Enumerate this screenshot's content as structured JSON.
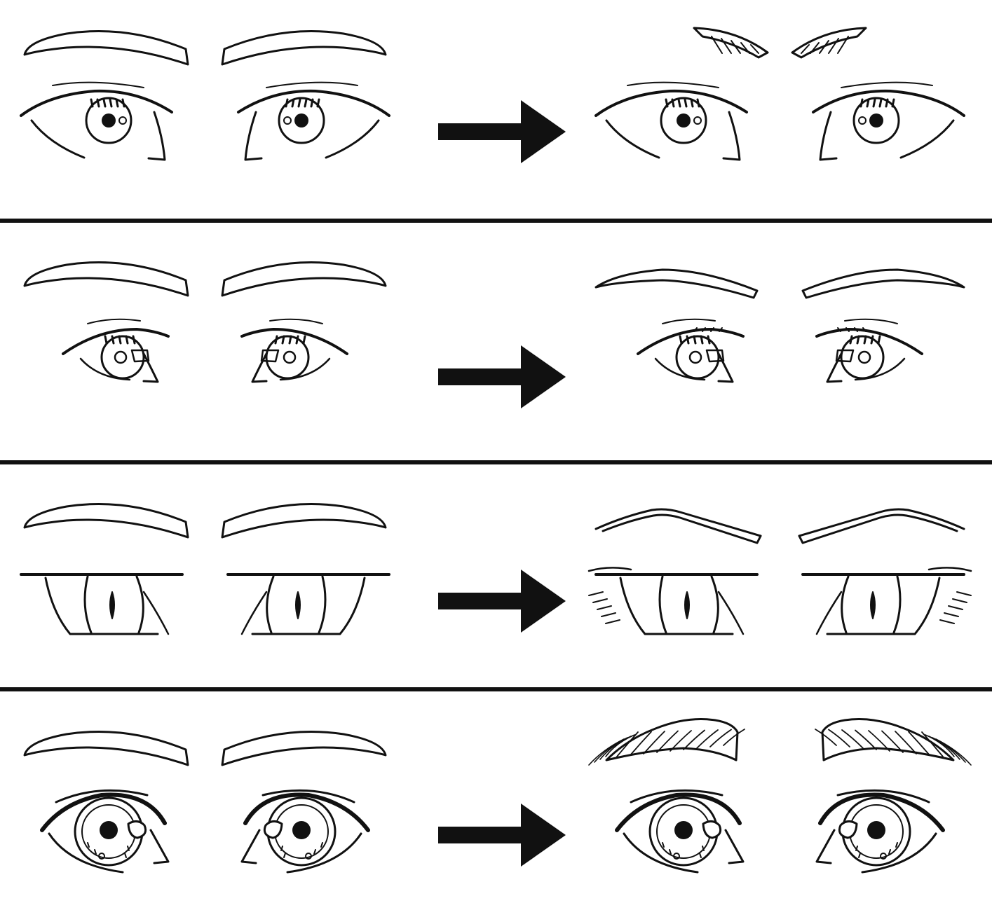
{
  "diagram": {
    "background": "#ffffff",
    "ink_color": "#111111",
    "rows": [
      {
        "id": "row-1",
        "eye_style": "round",
        "before_brow": "plain",
        "after_brow": "short-hatched",
        "after_lashes": false,
        "accent": "top-shading"
      },
      {
        "id": "row-2",
        "eye_style": "narrow",
        "before_brow": "plain",
        "after_brow": "thin-angled",
        "after_lashes": true,
        "accent": "top-shading"
      },
      {
        "id": "row-3",
        "eye_style": "slit-pupil",
        "before_brow": "plain",
        "after_brow": "double-line",
        "after_lashes": true,
        "accent": "none"
      },
      {
        "id": "row-4",
        "eye_style": "large-round",
        "before_brow": "plain",
        "after_brow": "thick-hatched",
        "after_lashes": false,
        "accent": "sparkles"
      }
    ]
  }
}
